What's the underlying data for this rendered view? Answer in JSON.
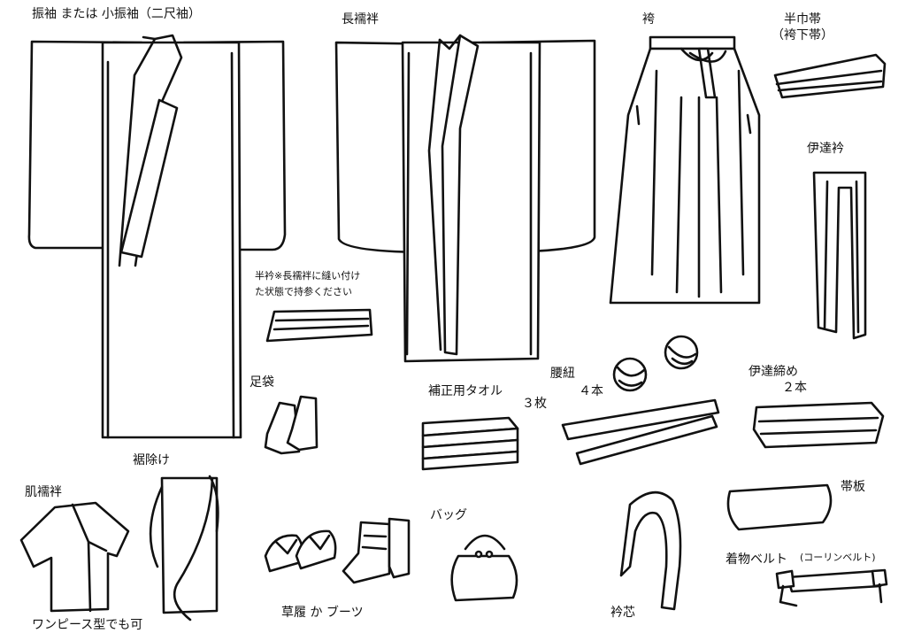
{
  "items": {
    "furisode": "振袖 または 小振袖（二尺袖）",
    "nagajuban": "長襦袢",
    "hakama": "袴",
    "hanhaba_obi_1": "半巾帯",
    "hanhaba_obi_2": "（袴下帯）",
    "date_eri": "伊達衿",
    "haneri_1": "半衿※長襦袢に縫い付け",
    "haneri_2": "た状態で持参ください",
    "tabi": "足袋",
    "towel": "補正用タオル",
    "towel_count": "３枚",
    "koshihimo": "腰紐",
    "koshihimo_count": "４本",
    "datejime": "伊達締め",
    "datejime_count": "２本",
    "susoyoke": "裾除け",
    "hadajuban": "肌襦袢",
    "hadajuban_note": "ワンピース型でも可",
    "footwear": "草履 か ブーツ",
    "bag": "バッグ",
    "erishin": "衿芯",
    "obiita": "帯板",
    "kimono_belt": "着物ベルト",
    "kimono_belt_note": "(コーリンベルト)"
  }
}
